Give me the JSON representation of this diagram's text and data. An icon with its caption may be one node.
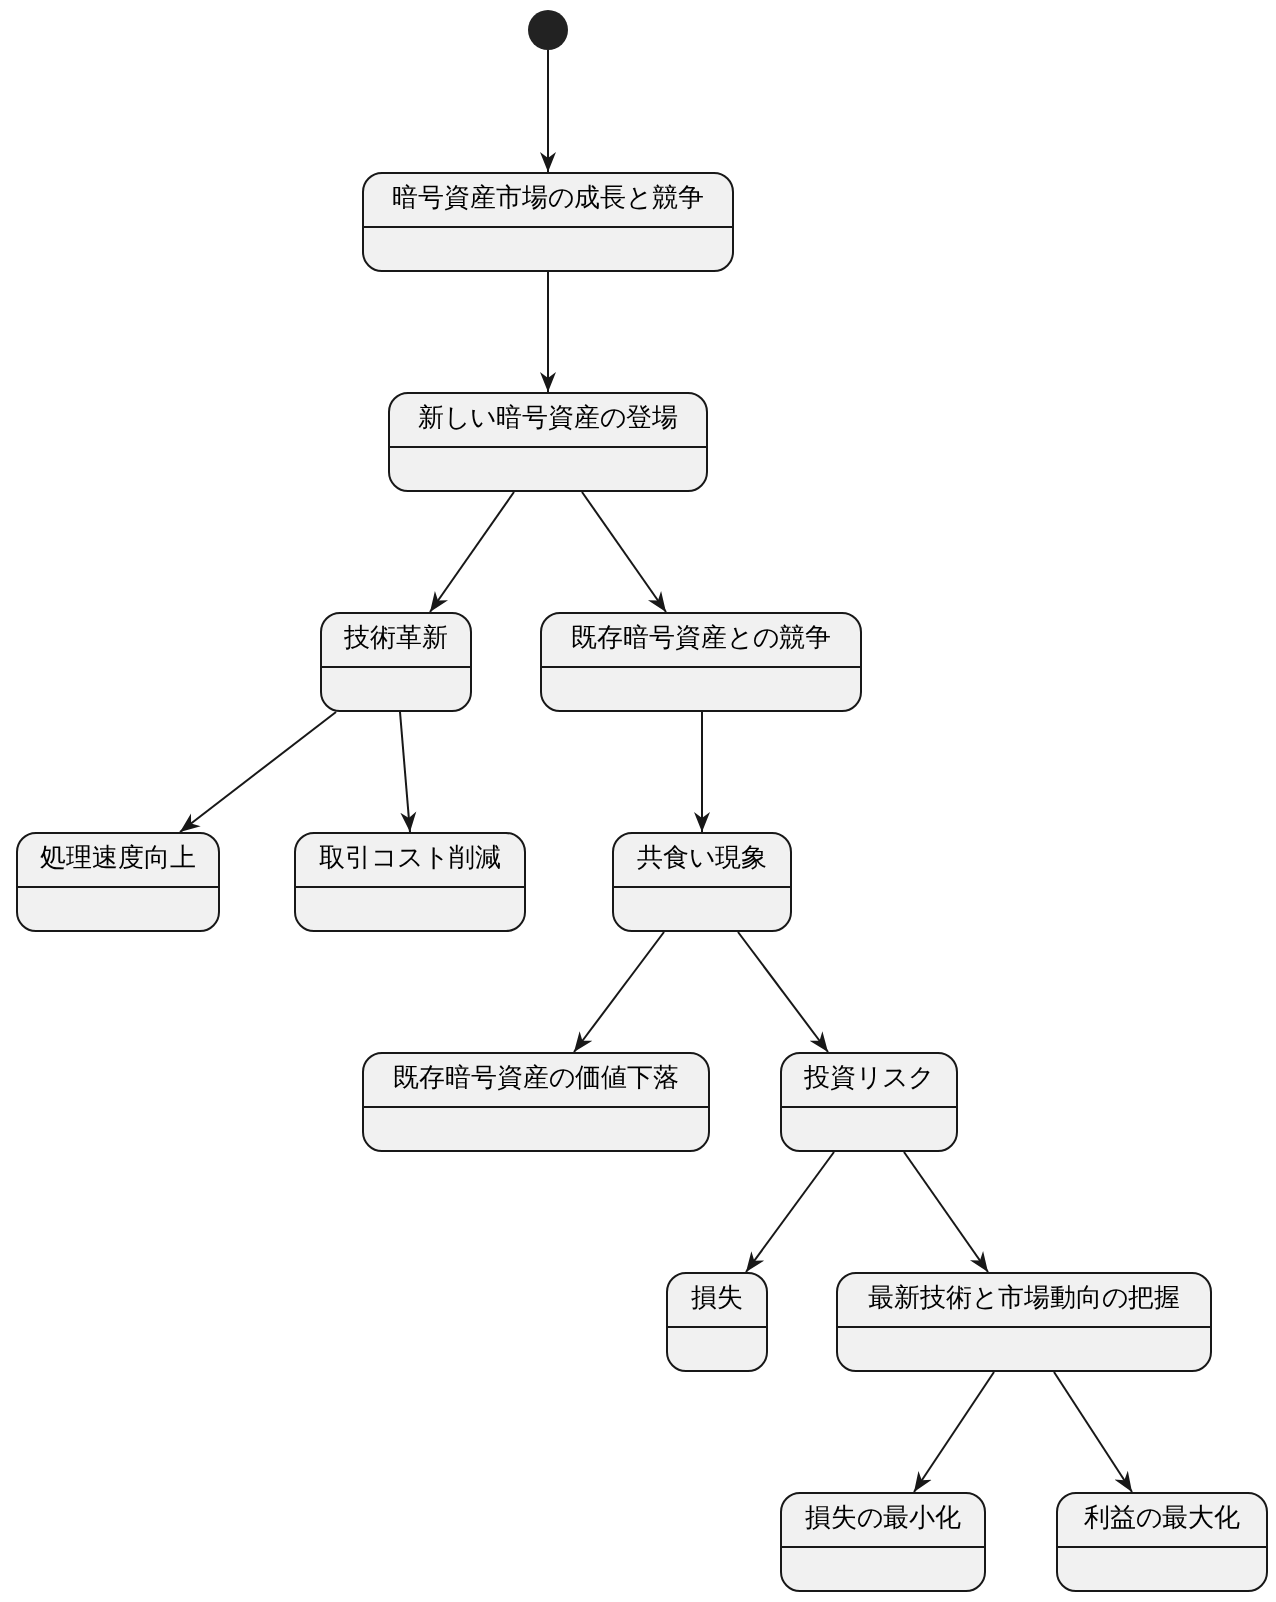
{
  "diagram": {
    "nodes": [
      {
        "text": [],
        "shape": "circle"
      },
      {
        "text": [
          "暗号資産市場の成長と競争"
        ]
      },
      {
        "text": [
          "新しい暗号資産の登場"
        ]
      },
      {
        "text": [
          "技術革新"
        ]
      },
      {
        "text": [
          "既存暗号資産との競争"
        ]
      },
      {
        "text": [
          "処理速度向上"
        ]
      },
      {
        "text": [
          "取引コスト削減"
        ]
      },
      {
        "text": [
          "共食い現象"
        ]
      },
      {
        "text": [
          "既存暗号資産の価値下落"
        ]
      },
      {
        "text": [
          "投資リスク"
        ]
      },
      {
        "text": [
          "損失"
        ]
      },
      {
        "text": [
          "最新技術と市場動向の把握"
        ]
      },
      {
        "text": [
          "損失の最小化"
        ]
      },
      {
        "text": [
          "利益の最大化"
        ]
      }
    ],
    "edges": [
      {
        "from": 0,
        "to": 1,
        "arrow": "to"
      },
      {
        "from": 1,
        "to": 2,
        "arrow": "to"
      },
      {
        "from": 2,
        "to": 3,
        "arrow": "to"
      },
      {
        "from": 2,
        "to": 4,
        "arrow": "to"
      },
      {
        "from": 3,
        "to": 5,
        "arrow": "to"
      },
      {
        "from": 3,
        "to": 6,
        "arrow": "to"
      },
      {
        "from": 4,
        "to": 7,
        "arrow": "to"
      },
      {
        "from": 7,
        "to": 8,
        "arrow": "to"
      },
      {
        "from": 7,
        "to": 9,
        "arrow": "to"
      },
      {
        "from": 9,
        "to": 10,
        "arrow": "to"
      },
      {
        "from": 9,
        "to": 11,
        "arrow": "to"
      },
      {
        "from": 11,
        "to": 12,
        "arrow": "to"
      },
      {
        "from": 11,
        "to": 13,
        "arrow": "to"
      }
    ]
  }
}
